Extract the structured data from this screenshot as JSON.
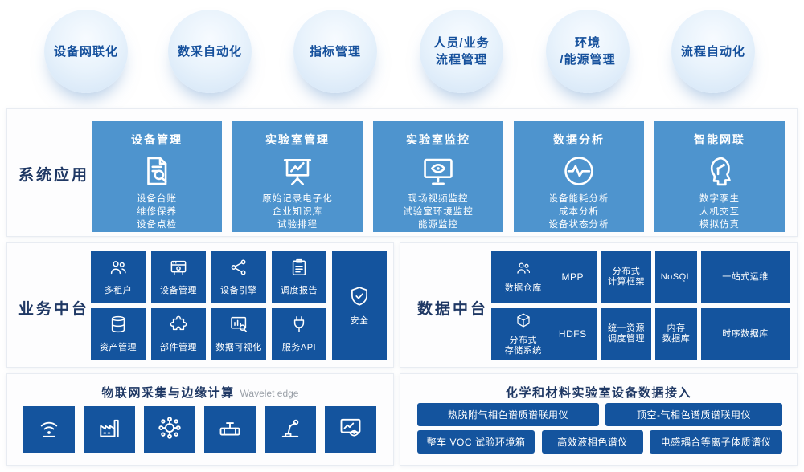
{
  "colors": {
    "tile_blue": "#14549E",
    "card_blue": "#4E94CE",
    "navy_text": "#1F3864",
    "circle_text": "#15509C",
    "subtitle_gray": "#9AA0A8"
  },
  "top_circles": [
    "设备网联化",
    "数采自动化",
    "指标管理",
    "人员/业务\n流程管理",
    "环境\n/能源管理",
    "流程自动化"
  ],
  "system_apps": {
    "section_label": "系统应用",
    "cards": [
      {
        "title": "设备管理",
        "icon": "document-search-icon",
        "lines": "设备台账\n维修保养\n设备点检"
      },
      {
        "title": "实验室管理",
        "icon": "presentation-chart-icon",
        "lines": "原始记录电子化\n企业知识库\n试验排程"
      },
      {
        "title": "实验室监控",
        "icon": "monitor-eye-icon",
        "lines": "现场视频监控\n试验室环境监控\n能源监控"
      },
      {
        "title": "数据分析",
        "icon": "pulse-circle-icon",
        "lines": "设备能耗分析\n成本分析\n设备状态分析"
      },
      {
        "title": "智能网联",
        "icon": "head-circuit-icon",
        "lines": "数字孪生\n人机交互\n模拟仿真"
      }
    ]
  },
  "business_platform": {
    "section_label": "业务中台",
    "tiles_row1": [
      {
        "label": "多租户",
        "icon": "users-icon"
      },
      {
        "label": "设备管理",
        "icon": "machine-icon"
      },
      {
        "label": "设备引擎",
        "icon": "share-nodes-icon"
      },
      {
        "label": "调度报告",
        "icon": "report-icon"
      }
    ],
    "tiles_row2": [
      {
        "label": "资产管理",
        "icon": "database-icon"
      },
      {
        "label": "部件管理",
        "icon": "puzzle-icon"
      },
      {
        "label": "数据可视化",
        "icon": "chart-search-icon"
      },
      {
        "label": "服务API",
        "icon": "plug-icon"
      }
    ],
    "security_tile": {
      "label": "安全",
      "icon": "shield-icon"
    }
  },
  "data_platform": {
    "section_label": "数据中台",
    "row1": {
      "combo": {
        "label": "数据仓库",
        "icon": "users-icon",
        "tag": "MPP"
      },
      "tiles": [
        "分布式\n计算框架",
        "NoSQL",
        "一站式运维"
      ]
    },
    "row2": {
      "combo": {
        "label": "分布式\n存储系统",
        "icon": "cube-icon",
        "tag": "HDFS"
      },
      "tiles": [
        "统一资源\n调度管理",
        "内存\n数据库",
        "时序数据库"
      ]
    }
  },
  "iot_edge": {
    "title": "物联网采集与边缘计算",
    "subtitle": "Wavelet edge",
    "tiles": [
      "sensor-icon",
      "factory-icon",
      "network-nodes-icon",
      "valve-icon",
      "robot-arm-icon",
      "monitor-chart-icon"
    ]
  },
  "lab_access": {
    "title": "化学和材料实验室设备数据接入",
    "buttons_row1": [
      "热脱附气相色谱质谱联用仪",
      "顶空-气相色谱质谱联用仪"
    ],
    "buttons_row2": [
      "整车 VOC 试验环境箱",
      "高效液相色谱仪",
      "电感耦合等离子体质谱仪"
    ]
  }
}
